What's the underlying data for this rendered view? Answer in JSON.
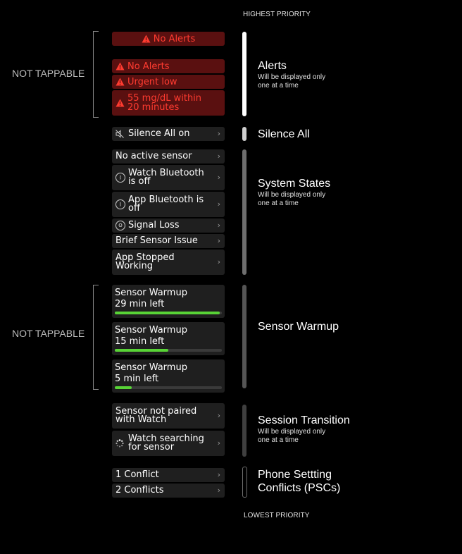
{
  "labels": {
    "highest": "HIGHEST PRIORITY",
    "lowest": "LOWEST PRIORITY",
    "not_tappable": "NOT TAPPABLE"
  },
  "alerts": {
    "top": "No Alerts",
    "items": [
      "No Alerts",
      "Urgent low",
      "55 mg/dL within 20 minutes"
    ]
  },
  "silence": {
    "label": "Silence All on",
    "icon": "speaker-muted-icon"
  },
  "system_states": [
    "No active sensor",
    "Watch Bluetooth is off",
    "App Bluetooth is off",
    "Signal Loss",
    "Brief Sensor Issue",
    "App Stopped Working"
  ],
  "warmup": [
    {
      "line1": "Sensor Warmup",
      "line2": "29 min left",
      "progress": 0.98
    },
    {
      "line1": "Sensor Warmup",
      "line2": "15 min left",
      "progress": 0.5
    },
    {
      "line1": "Sensor Warmup",
      "line2": "5 min left",
      "progress": 0.16
    }
  ],
  "session": [
    "Sensor not paired with Watch",
    "Watch searching for sensor"
  ],
  "conflicts": [
    "1 Conflict",
    "2 Conflicts"
  ],
  "sections": {
    "alerts": {
      "title": "Alerts",
      "sub": "Will be displayed only one at a time"
    },
    "silence": {
      "title": "Silence All"
    },
    "system": {
      "title": "System States",
      "sub": "Will be displayed only one at a time"
    },
    "warmup": {
      "title": "Sensor Warmup"
    },
    "session": {
      "title": "Session Transition",
      "sub": "Will be displayed only one at a time"
    },
    "psc": {
      "title": "Phone Settting Conflicts (PSCs)"
    }
  },
  "colors": {
    "alert_text": "#ff3b30",
    "alert_bg": "#5a1010",
    "progress": "#58d336"
  }
}
